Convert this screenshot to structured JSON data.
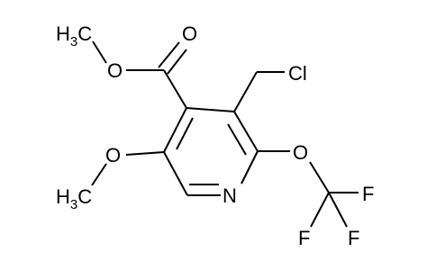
{
  "molecule": {
    "atoms": {
      "carbonyl_oxygen": "O",
      "ester_oxygen": "O",
      "ester_methyl": {
        "element": "H",
        "count": "3",
        "carbon": "C"
      },
      "chloro": "Cl",
      "methoxy_oxygen": "O",
      "methoxy_methyl": {
        "element": "H",
        "count": "3",
        "carbon": "C"
      },
      "ring_nitrogen": "N",
      "ocf3_oxygen": "O",
      "fluorine_1": "F",
      "fluorine_2": "F",
      "fluorine_3": "F"
    }
  }
}
